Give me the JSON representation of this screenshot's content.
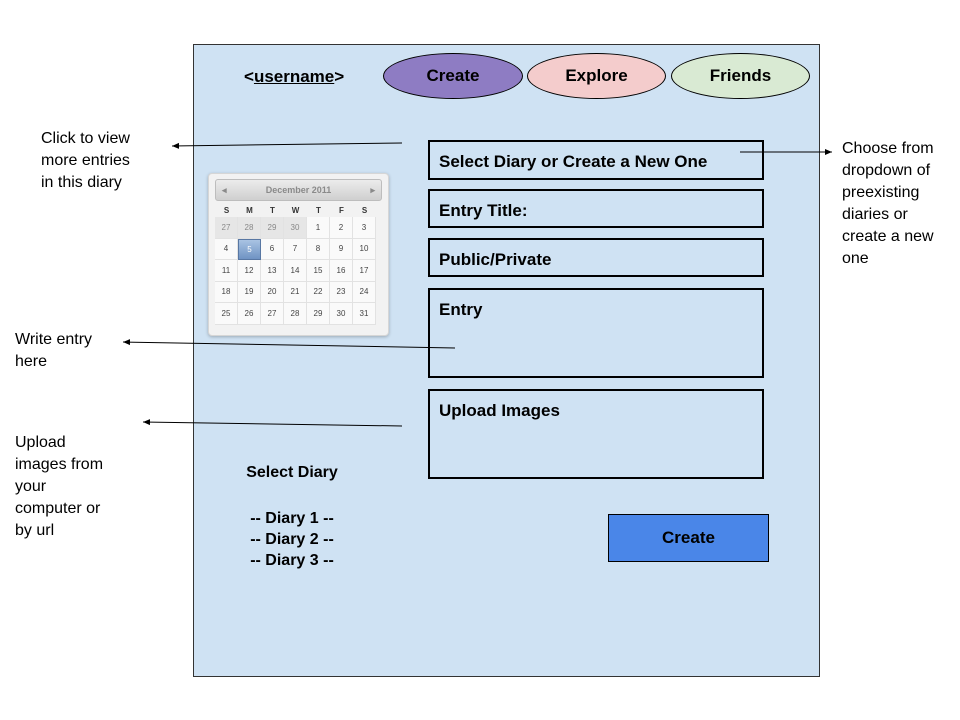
{
  "header": {
    "username_open": "<",
    "username_text": "username",
    "username_close": ">",
    "nav": [
      {
        "label": "Create",
        "color": "#8e7cc3"
      },
      {
        "label": "Explore",
        "color": "#f4cccc"
      },
      {
        "label": "Friends",
        "color": "#d9ead3"
      }
    ]
  },
  "form": {
    "diary_select": "Select Diary or Create a New One",
    "entry_title": "Entry Title:",
    "visibility": "Public/Private",
    "entry": "Entry",
    "upload_images": "Upload Images",
    "create_button": "Create"
  },
  "diary_list": {
    "heading": "Select Diary",
    "items": [
      "-- Diary 1 --",
      "-- Diary 2 --",
      "-- Diary 3 --"
    ]
  },
  "calendar": {
    "month_label": "December 2011",
    "prev_icon": "◂",
    "next_icon": "▸",
    "weekdays": [
      "S",
      "M",
      "T",
      "W",
      "T",
      "F",
      "S"
    ],
    "weeks": [
      [
        "27",
        "28",
        "29",
        "30",
        "1",
        "2",
        "3"
      ],
      [
        "4",
        "5",
        "6",
        "7",
        "8",
        "9",
        "10"
      ],
      [
        "11",
        "12",
        "13",
        "14",
        "15",
        "16",
        "17"
      ],
      [
        "18",
        "19",
        "20",
        "21",
        "22",
        "23",
        "24"
      ],
      [
        "25",
        "26",
        "27",
        "28",
        "29",
        "30",
        "31"
      ]
    ],
    "selected_day": "5"
  },
  "annotations": {
    "view_entries": [
      "Click to view",
      "more entries",
      "in this diary"
    ],
    "dropdown": [
      "Choose from",
      "dropdown of",
      "preexisting",
      "diaries or",
      "create a new",
      "one"
    ],
    "write_entry": [
      "Write entry",
      "here"
    ],
    "upload": [
      "Upload",
      "images from",
      "your",
      "computer or",
      "by url"
    ]
  },
  "colors": {
    "frame_bg": "#cfe2f3",
    "create_button": "#4a86e8"
  }
}
